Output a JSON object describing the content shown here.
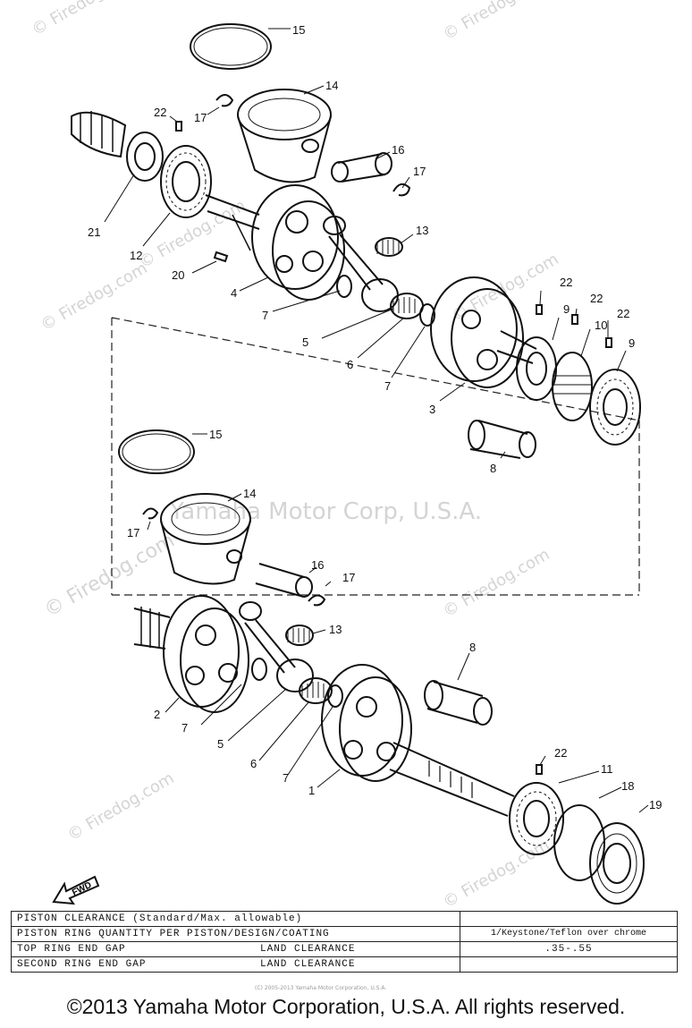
{
  "watermarks": {
    "site": "© Firedog.com",
    "corp": "Yamaha Motor Corp, U.S.A."
  },
  "fwd_label": "FWD",
  "callouts": [
    "15",
    "14",
    "22",
    "17",
    "16",
    "17",
    "13",
    "21",
    "12",
    "20",
    "4",
    "7",
    "5",
    "6",
    "7",
    "3",
    "22",
    "9",
    "22",
    "10",
    "22",
    "9",
    "8",
    "15",
    "14",
    "17",
    "16",
    "17",
    "13",
    "8",
    "2",
    "7",
    "5",
    "6",
    "7",
    "1",
    "22",
    "11",
    "18",
    "19"
  ],
  "spec_table": {
    "rows": [
      {
        "label": "PISTON CLEARANCE (Standard/Max. allowable)",
        "middle": "",
        "value": ""
      },
      {
        "label": "PISTON RING QUANTITY PER PISTON/DESIGN/COATING",
        "middle": "",
        "value": "1/Keystone/Teflon over chrome"
      },
      {
        "label": "TOP RING END GAP",
        "middle": "LAND CLEARANCE",
        "value": ".35-.55"
      },
      {
        "label": "SECOND RING END GAP",
        "middle": "LAND CLEARANCE",
        "value": ""
      }
    ]
  },
  "tiny_note": "(C) 2005-2013 Yamaha Motor Corporation, U.S.A.",
  "copyright": "©2013 Yamaha Motor Corporation, U.S.A. All rights reserved."
}
